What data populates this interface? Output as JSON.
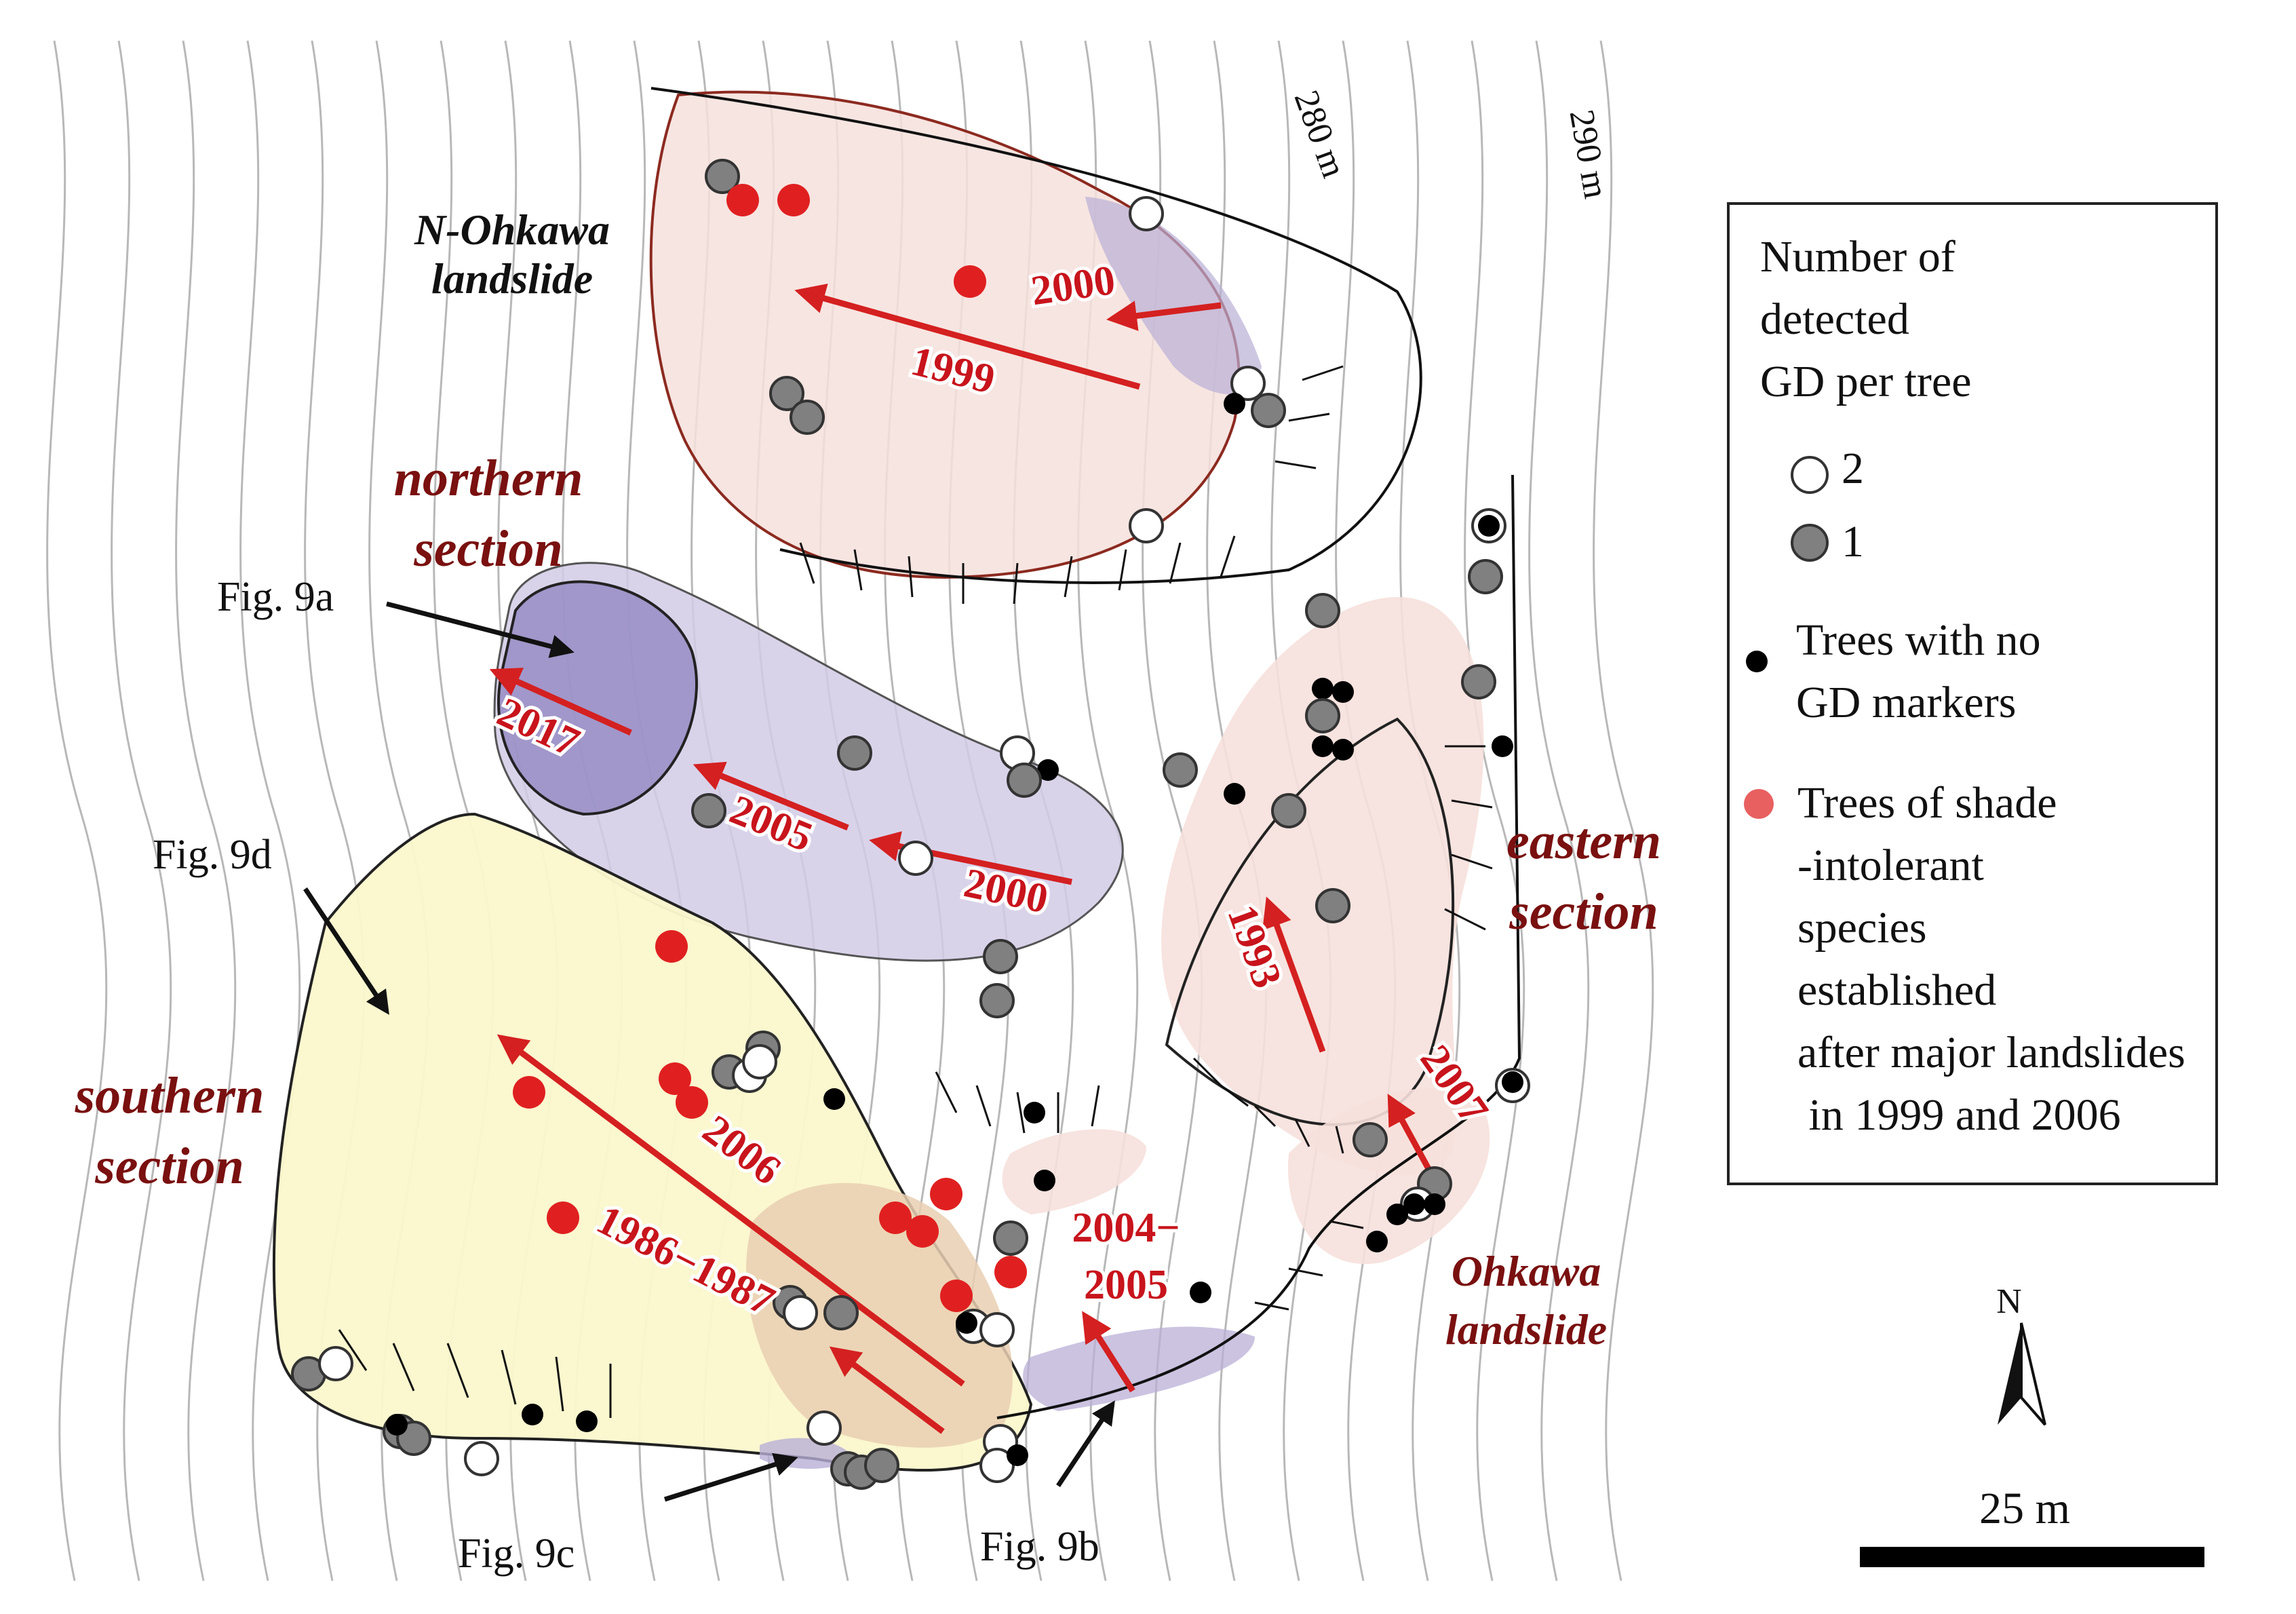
{
  "areas": {
    "n_ohkawa": "N-Ohkawa\nlandslide",
    "northern": "northern\nsection",
    "southern": "southern\nsection",
    "eastern": "eastern\nsection",
    "ohkawa": "Ohkawa\nlandslide"
  },
  "years": {
    "y1999": "1999",
    "y2000_top": "2000",
    "y2017": "2017",
    "y2005": "2005",
    "y2000_mid": "2000",
    "y1993": "1993",
    "y2007": "2007",
    "y2006": "2006",
    "y1986": "1986−1987",
    "y2004": "2004−\n2005"
  },
  "figs": {
    "fig9a": "Fig. 9a",
    "fig9b": "Fig. 9b",
    "fig9c": "Fig. 9c",
    "fig9d": "Fig. 9d"
  },
  "contours": {
    "c280": "280 m",
    "c290": "290 m"
  },
  "legend": {
    "title": "Number of\ndetected\nGD per tree",
    "two": "2",
    "one": "1",
    "none": "Trees with no\nGD markers",
    "shade": "Trees of shade\n-intolerant\nspecies\nestablished\nafter major landslides\n in 1999 and 2006"
  },
  "scale": {
    "north": "N",
    "bar": "25 m"
  },
  "colors": {
    "gd2": "#ffffff",
    "gd1": "#808080",
    "no_gd": "#000000",
    "shade": "#e02020",
    "arrow": "#d42020",
    "zone_pink": "#f6e0dc",
    "zone_purple": "#c9c3e0",
    "zone_yellow": "#fbf7cc",
    "label_red": "#7a1010"
  }
}
